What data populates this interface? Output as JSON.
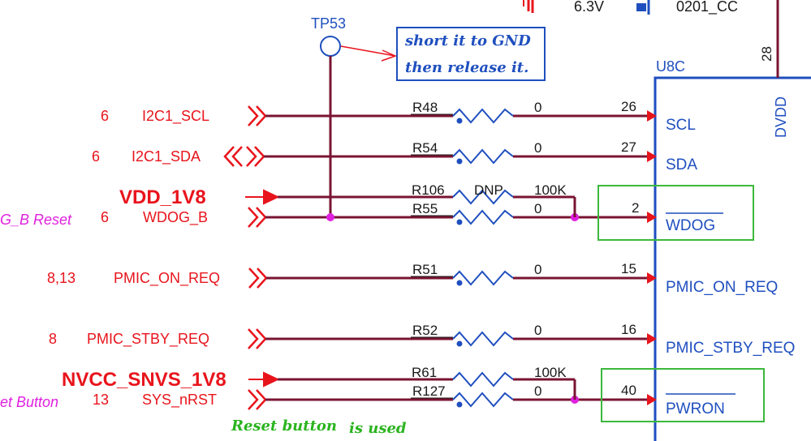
{
  "top": {
    "voltage": "6.3V",
    "package": "0201_CC"
  },
  "testpoint": {
    "label": "TP53"
  },
  "note": {
    "line1": "short it  to GND",
    "line2": "then release it."
  },
  "ic": {
    "ref": "U8C",
    "power_pin_name": "DVDD",
    "power_pin_num": "28"
  },
  "nets": [
    {
      "sheet": "6",
      "name": "I2C1_SCL",
      "res": "R48",
      "val": "0",
      "pin": "26",
      "ic_pin": "SCL"
    },
    {
      "sheet": "6",
      "name": "I2C1_SDA",
      "res": "R54",
      "val": "0",
      "pin": "27",
      "ic_pin": "SDA"
    },
    {
      "sheet": "6",
      "name": "WDOG_B",
      "res": "R55",
      "val": "0",
      "pin": "2",
      "ic_pin": "WDOG",
      "left_note": "G_B Reset"
    },
    {
      "sheet": "8,13",
      "name": "PMIC_ON_REQ",
      "res": "R51",
      "val": "0",
      "pin": "15",
      "ic_pin": "PMIC_ON_REQ"
    },
    {
      "sheet": "8",
      "name": "PMIC_STBY_REQ",
      "res": "R52",
      "val": "0",
      "pin": "16",
      "ic_pin": "PMIC_STBY_REQ"
    },
    {
      "sheet": "13",
      "name": "SYS_nRST",
      "res": "R127",
      "val": "0",
      "pin": "40",
      "ic_pin": "PWRON",
      "left_note": "et Button"
    }
  ],
  "pullups": [
    {
      "rail": "VDD_1V8",
      "res": "R106",
      "dnp": "DNP",
      "val": "100K"
    },
    {
      "rail": "NVCC_SNVS_1V8",
      "res": "R61",
      "val": "100K"
    }
  ],
  "reset_note": {
    "part1": "Reset button",
    "part2": "is used"
  },
  "colors": {
    "wire": "#7a1433",
    "red": "#e8141c",
    "blue": "#1f4fbf",
    "junction": "#e020e0",
    "box": "#3cb83c"
  }
}
